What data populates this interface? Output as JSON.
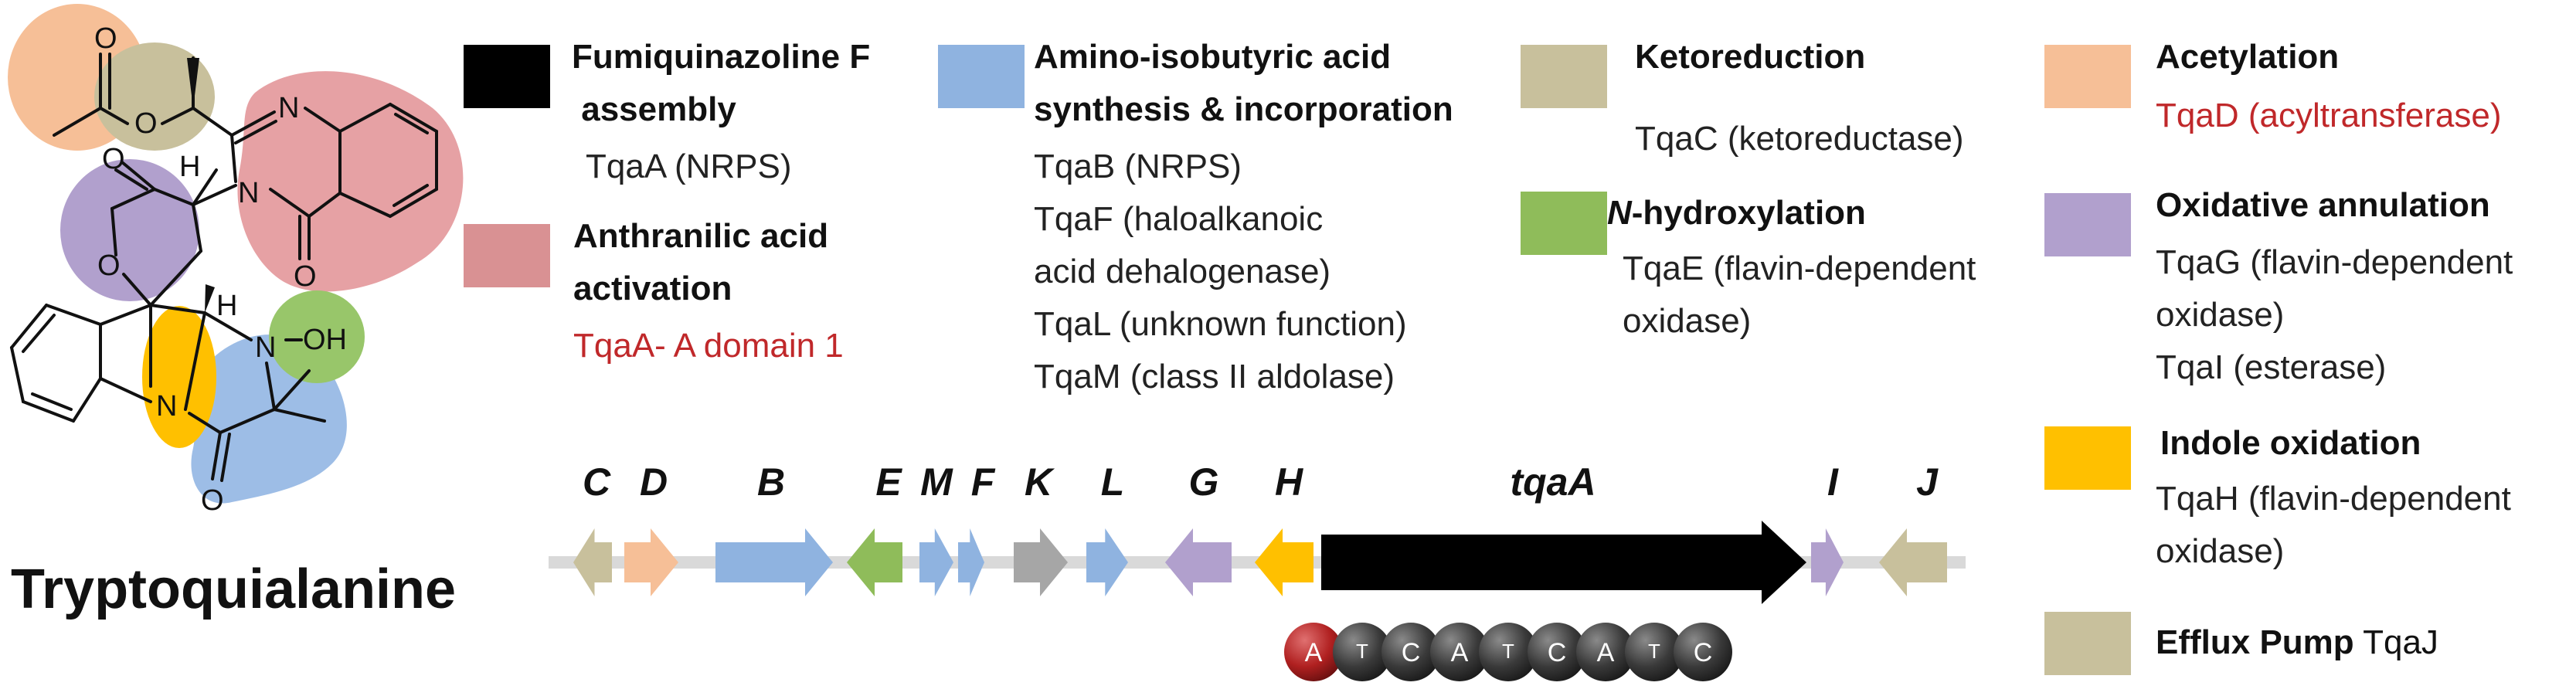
{
  "compound_name": "Tryptoquialanine",
  "molecule_atoms": {
    "o_ester_carbonyl": "O",
    "o_ester_link": "O",
    "n_imine": "N",
    "h_upper": "H",
    "n_amide": "N",
    "o_lactone_carbonyl": "O",
    "o_quinaz_carbonyl": "O",
    "o_lactone_ring": "O",
    "h_lower": "H",
    "n_hydroxyl": "N",
    "oh_group": "OH",
    "n_indoline": "N",
    "o_lower_carbonyl": "O"
  },
  "legend": {
    "fumiquinazoline": {
      "color": "#000000",
      "heading_lines": [
        "Fumiquinazoline F",
        " assembly"
      ],
      "body_lines": [
        "TqaA (NRPS)"
      ]
    },
    "anthranilic": {
      "color": "#d99193",
      "heading_lines": [
        "Anthranilic acid",
        "activation"
      ],
      "body_lines": [
        "TqaA- A domain 1"
      ]
    },
    "aminoisobutyric": {
      "color": "#8fb3e0",
      "heading_lines": [
        "Amino-isobutyric acid",
        "synthesis & incorporation"
      ],
      "body_lines": [
        "TqaB (NRPS)",
        "TqaF (haloalkanoic",
        "acid dehalogenase)",
        "TqaL (unknown function)",
        "TqaM (class II aldolase)"
      ]
    },
    "ketoreduction": {
      "color": "#c8c09c",
      "heading_lines": [
        "Ketoreduction"
      ],
      "body_lines": [
        "TqaC (ketoreductase)"
      ]
    },
    "nhydroxylation": {
      "color": "#8fbc5a",
      "heading_prefix": "N",
      "heading_suffix": "-hydroxylation",
      "body_lines": [
        "TqaE (flavin-dependent",
        "oxidase)"
      ]
    },
    "acetylation": {
      "color": "#f6bf97",
      "heading_lines": [
        "Acetylation"
      ],
      "body_lines": [
        "TqaD (acyltransferase)"
      ]
    },
    "oxidative": {
      "color": "#b1a0cd",
      "heading_lines": [
        "Oxidative annulation"
      ],
      "body_lines": [
        "TqaG (flavin-dependent",
        "oxidase)",
        "TqaI (esterase)"
      ]
    },
    "indole": {
      "color": "#ffc000",
      "heading_lines": [
        "Indole oxidation"
      ],
      "body_lines": [
        "TqaH (flavin-dependent",
        "oxidase)"
      ]
    },
    "efflux": {
      "color": "#c8c09c",
      "heading": "Efflux Pump",
      "body": " TqaJ"
    }
  },
  "genes": [
    {
      "label": "C",
      "color": "#c8c09c"
    },
    {
      "label": "D",
      "color": "#f6bf97"
    },
    {
      "label": "B",
      "color": "#8fb3e0"
    },
    {
      "label": "E",
      "color": "#8fbc5a"
    },
    {
      "label": "M",
      "color": "#8fb3e0"
    },
    {
      "label": "F",
      "color": "#8fb3e0"
    },
    {
      "label": "K",
      "color": "#a6a6a6"
    },
    {
      "label": "L",
      "color": "#8fb3e0"
    },
    {
      "label": "G",
      "color": "#b1a0cd"
    },
    {
      "label": "H",
      "color": "#ffc000"
    },
    {
      "label": "tqaA",
      "color": "#000000"
    },
    {
      "label": "I",
      "color": "#b1a0cd"
    },
    {
      "label": "J",
      "color": "#c8c09c"
    }
  ],
  "domains": [
    {
      "letter": "A",
      "color": "#c0282a"
    },
    {
      "letter": "T",
      "color": "#444444"
    },
    {
      "letter": "C",
      "color": "#444444"
    },
    {
      "letter": "A",
      "color": "#444444"
    },
    {
      "letter": "T",
      "color": "#444444"
    },
    {
      "letter": "C",
      "color": "#444444"
    },
    {
      "letter": "A",
      "color": "#444444"
    },
    {
      "letter": "T",
      "color": "#444444"
    },
    {
      "letter": "C",
      "color": "#444444"
    }
  ]
}
